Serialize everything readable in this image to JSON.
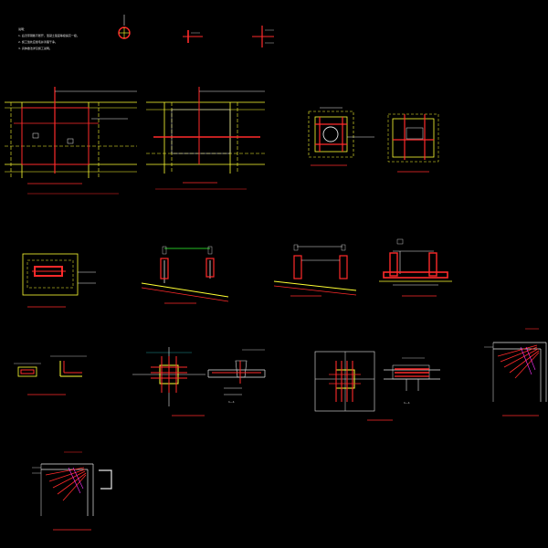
{
  "drawing": {
    "background": "#000000",
    "colors": {
      "yellow": "#ffff33",
      "red": "#ff2a2a",
      "white": "#e6e6e6",
      "green": "#33ff33",
      "magenta": "#ff33ff",
      "cyan": "#33ffff"
    },
    "general_notes": {
      "heading": "说明：",
      "lines": [
        "1. 后浇带钢筋不断开，混凝土强度等级提高一级。",
        "2. 施工缝处应凿毛并清理干净。",
        "3. 具体做法详见施工说明。"
      ]
    },
    "sections": [
      "1—1",
      "1—1"
    ]
  }
}
